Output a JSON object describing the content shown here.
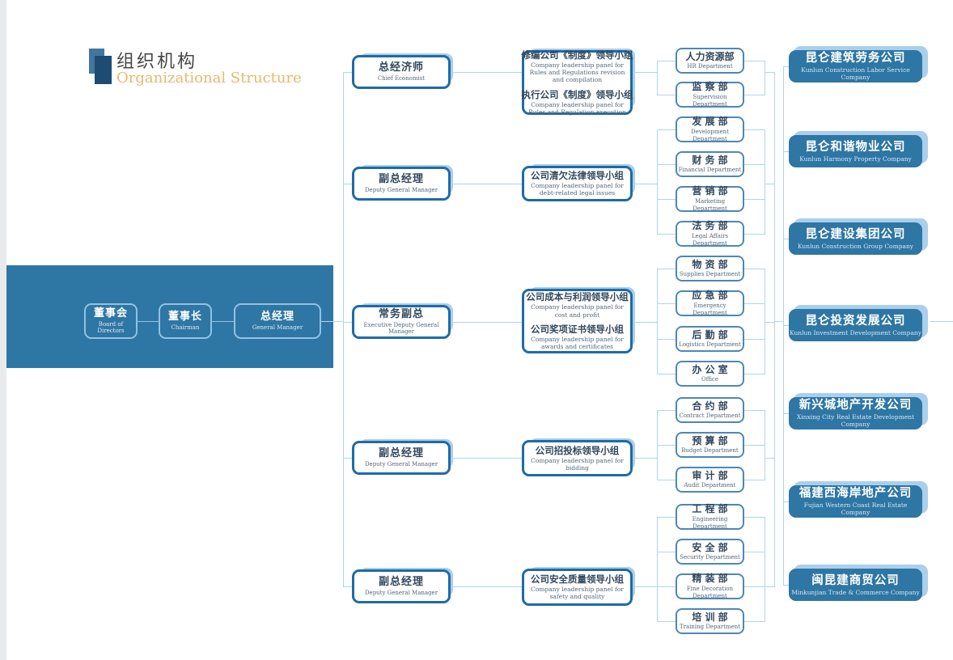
{
  "page": {
    "title_zh": "组织机构",
    "title_en": "Organizational Structure"
  },
  "colors": {
    "deep_blue": "#2e76a4",
    "border_blue": "#1e6ba6",
    "ghost_blue": "#a9cfec",
    "line_blue": "#b1d4ec",
    "dept_border": "#4d88b5",
    "title_en_orange": "#e9b86d",
    "logo_back_blue": "#41779f",
    "logo_front_navy": "#1d4b72"
  },
  "board": {
    "items": [
      {
        "zh": "董事会",
        "en": "Board of Directors"
      },
      {
        "zh": "董事长",
        "en": "Chairman"
      },
      {
        "zh": "总经理",
        "en": "General Manager"
      }
    ]
  },
  "groups": [
    {
      "manager": {
        "zh": "总经济师",
        "en": "Chief Economist"
      },
      "panels": [
        {
          "zh": "修编公司《制度》领导小组",
          "en": "Company leadership panel for Rules and Regulations revision and compilation"
        },
        {
          "zh": "执行公司《制度》领导小组",
          "en": "Company leadership panel for Rules and Regulation execution"
        }
      ],
      "departments": [
        {
          "zh": "人力资源部",
          "en": "HR Department"
        },
        {
          "zh": "监 察 部",
          "en": "Supervision Department"
        }
      ]
    },
    {
      "manager": {
        "zh": "副总经理",
        "en": "Deputy General Manager"
      },
      "panels": [
        {
          "zh": "公司清欠法律领导小组",
          "en": "Company leadership panel for debt-related legal issues"
        }
      ],
      "departments": [
        {
          "zh": "发 展 部",
          "en": "Development Department"
        },
        {
          "zh": "财 务 部",
          "en": "Financial Department"
        },
        {
          "zh": "营 销 部",
          "en": "Marketing Department"
        },
        {
          "zh": "法 务 部",
          "en": "Legal Affairs Department"
        }
      ]
    },
    {
      "manager": {
        "zh": "常务副总",
        "en": "Executive Deputy General Manager"
      },
      "panels": [
        {
          "zh": "公司成本与利润领导小组",
          "en": "Company leadership panel for cost and profit"
        },
        {
          "zh": "公司奖项证书领导小组",
          "en": "Company leadership panel for awards and certificates"
        }
      ],
      "departments": [
        {
          "zh": "物 资 部",
          "en": "Supplies Department"
        },
        {
          "zh": "应 急 部",
          "en": "Emergency Department"
        },
        {
          "zh": "后 勤 部",
          "en": "Logistics Department"
        },
        {
          "zh": "办 公 室",
          "en": "Office"
        }
      ]
    },
    {
      "manager": {
        "zh": "副总经理",
        "en": "Deputy General Manager"
      },
      "panels": [
        {
          "zh": "公司招投标领导小组",
          "en": "Company leadership panel for bidding"
        }
      ],
      "departments": [
        {
          "zh": "合 约 部",
          "en": "Contract Department"
        },
        {
          "zh": "预 算 部",
          "en": "Budget Department"
        },
        {
          "zh": "审 计 部",
          "en": "Audit Department"
        }
      ]
    },
    {
      "manager": {
        "zh": "副总经理",
        "en": "Deputy General Manager"
      },
      "panels": [
        {
          "zh": "公司安全质量领导小组",
          "en": "Company leadership panel for safety and quality"
        }
      ],
      "departments": [
        {
          "zh": "工 程 部",
          "en": "Engineering Department"
        },
        {
          "zh": "安 全 部",
          "en": "Security Department"
        },
        {
          "zh": "精 装 部",
          "en": "Fine Decoration Department"
        },
        {
          "zh": "培 训 部",
          "en": "Training Department"
        }
      ]
    }
  ],
  "companies": [
    {
      "zh": "昆仑建筑劳务公司",
      "en": "Kunlun Construction Labor Service Company"
    },
    {
      "zh": "昆仑和谐物业公司",
      "en": "Kunlun Harmony Property Company"
    },
    {
      "zh": "昆仑建设集团公司",
      "en": "Kunlun Construction Group Company"
    },
    {
      "zh": "昆仑投资发展公司",
      "en": "Kunlun Investment Development Company"
    },
    {
      "zh": "新兴城地产开发公司",
      "en": "Xinxing City Real Estate Development Company"
    },
    {
      "zh": "福建西海岸地产公司",
      "en": "Fujian Western Coast Real Estate Company"
    },
    {
      "zh": "闽昆建商贸公司",
      "en": "Minkunjian Trade & Commerce Company"
    }
  ]
}
